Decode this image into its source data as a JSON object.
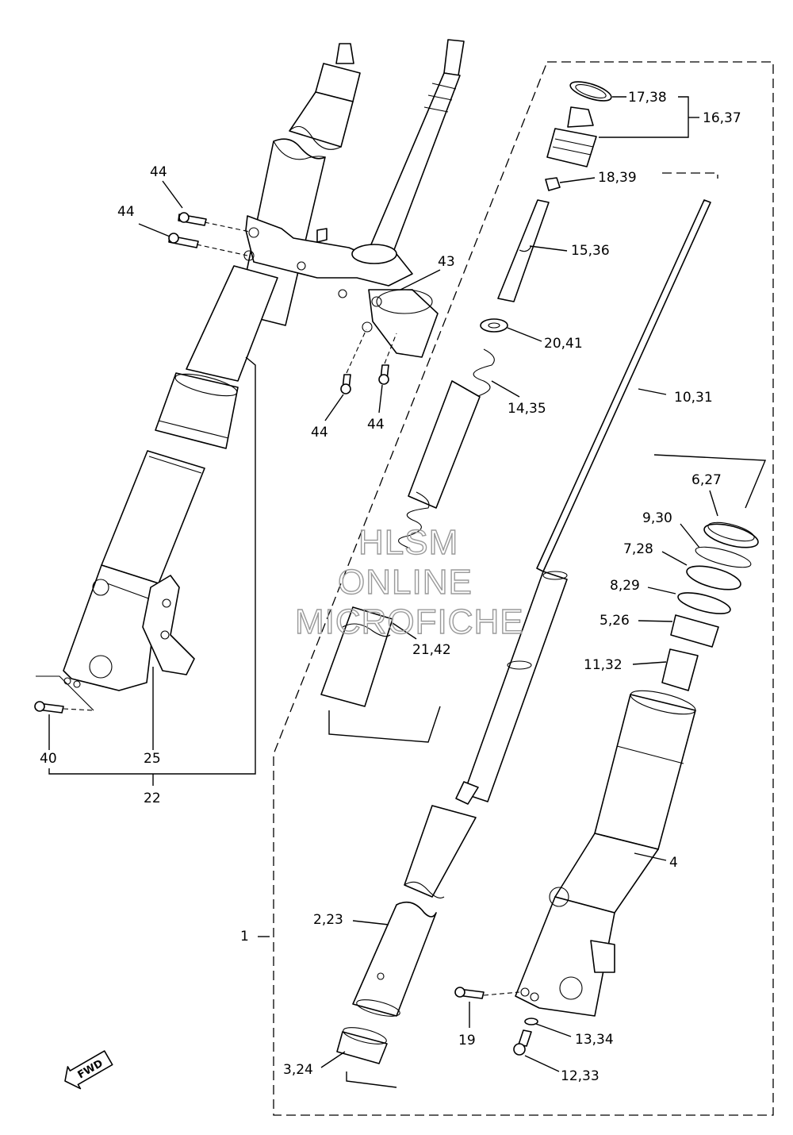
{
  "labels": {
    "l_17_38": "17,38",
    "l_16_37": "16,37",
    "l_18_39": "18,39",
    "l_15_36": "15,36",
    "l_43": "43",
    "l_20_41": "20,41",
    "l_14_35": "14,35",
    "l_10_31": "10,31",
    "l_6_27": "6,27",
    "l_9_30": "9,30",
    "l_7_28": "7,28",
    "l_8_29": "8,29",
    "l_5_26": "5,26",
    "l_11_32": "11,32",
    "l_21_42": "21,42",
    "l_44_a": "44",
    "l_44_b": "44",
    "l_44_c": "44",
    "l_44_d": "44",
    "l_40": "40",
    "l_25": "25",
    "l_22": "22",
    "l_4": "4",
    "l_1": "1",
    "l_2_23": "2,23",
    "l_19": "19",
    "l_13_34": "13,34",
    "l_12_33": "12,33",
    "l_3_24": "3,24"
  },
  "watermark": {
    "line1": "HLSM",
    "line2": "ONLINE",
    "line3": "MICROFICHE"
  },
  "fwd_badge": "FWD"
}
